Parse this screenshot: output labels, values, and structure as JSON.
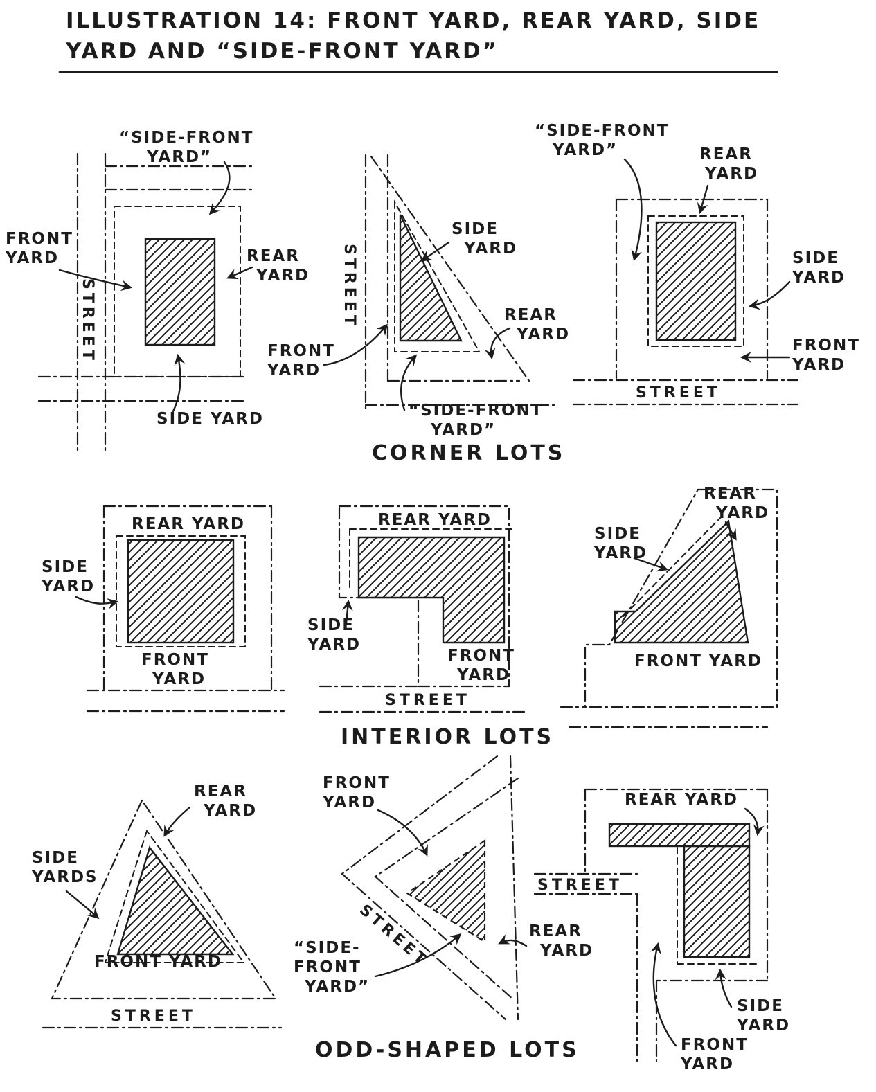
{
  "title": {
    "line1": "ILLUSTRATION 14: FRONT YARD, REAR YARD, SIDE",
    "line2": "YARD AND “SIDE-FRONT YARD”"
  },
  "captions": {
    "corner": "CORNER LOTS",
    "interior": "INTERIOR LOTS",
    "odd": "ODD-SHAPED LOTS"
  },
  "d1": {
    "side_front1": "“SIDE-FRONT",
    "side_front2": "YARD”",
    "front1": "FRONT",
    "front2": "YARD",
    "street": "STREET",
    "rear1": "REAR",
    "rear2": "YARD",
    "side": "SIDE YARD"
  },
  "d2": {
    "street": "STREET",
    "side1": "SIDE",
    "side2": "YARD",
    "front1": "FRONT",
    "front2": "YARD",
    "rear1": "REAR",
    "rear2": "YARD",
    "side_front1": "“SIDE-FRONT",
    "side_front2": "YARD”"
  },
  "d3": {
    "side_front1": "“SIDE-FRONT",
    "side_front2": "YARD”",
    "rear1": "REAR",
    "rear2": "YARD",
    "side1": "SIDE",
    "side2": "YARD",
    "front1": "FRONT",
    "front2": "YARD",
    "street": "STREET"
  },
  "d4": {
    "rear": "REAR YARD",
    "side1": "SIDE",
    "side2": "YARD",
    "front1": "FRONT",
    "front2": "YARD"
  },
  "d5": {
    "rear": "REAR YARD",
    "side1": "SIDE",
    "side2": "YARD",
    "front1": "FRONT",
    "front2": "YARD",
    "street": "STREET"
  },
  "d6": {
    "rear1": "REAR",
    "rear2": "YARD",
    "side1": "SIDE",
    "side2": "YARD",
    "front": "FRONT YARD"
  },
  "d7": {
    "rear1": "REAR",
    "rear2": "YARD",
    "side1": "SIDE",
    "side2": "YARDS",
    "front": "FRONT YARD",
    "street": "STREET"
  },
  "d8": {
    "front1": "FRONT",
    "front2": "YARD",
    "street": "STREET",
    "side_front1": "“SIDE-",
    "side_front2": "FRONT",
    "side_front3": "YARD”",
    "rear1": "REAR",
    "rear2": "YARD"
  },
  "d9": {
    "rear": "REAR YARD",
    "street": "STREET",
    "side1": "SIDE",
    "side2": "YARD",
    "front1": "FRONT",
    "front2": "YARD"
  }
}
